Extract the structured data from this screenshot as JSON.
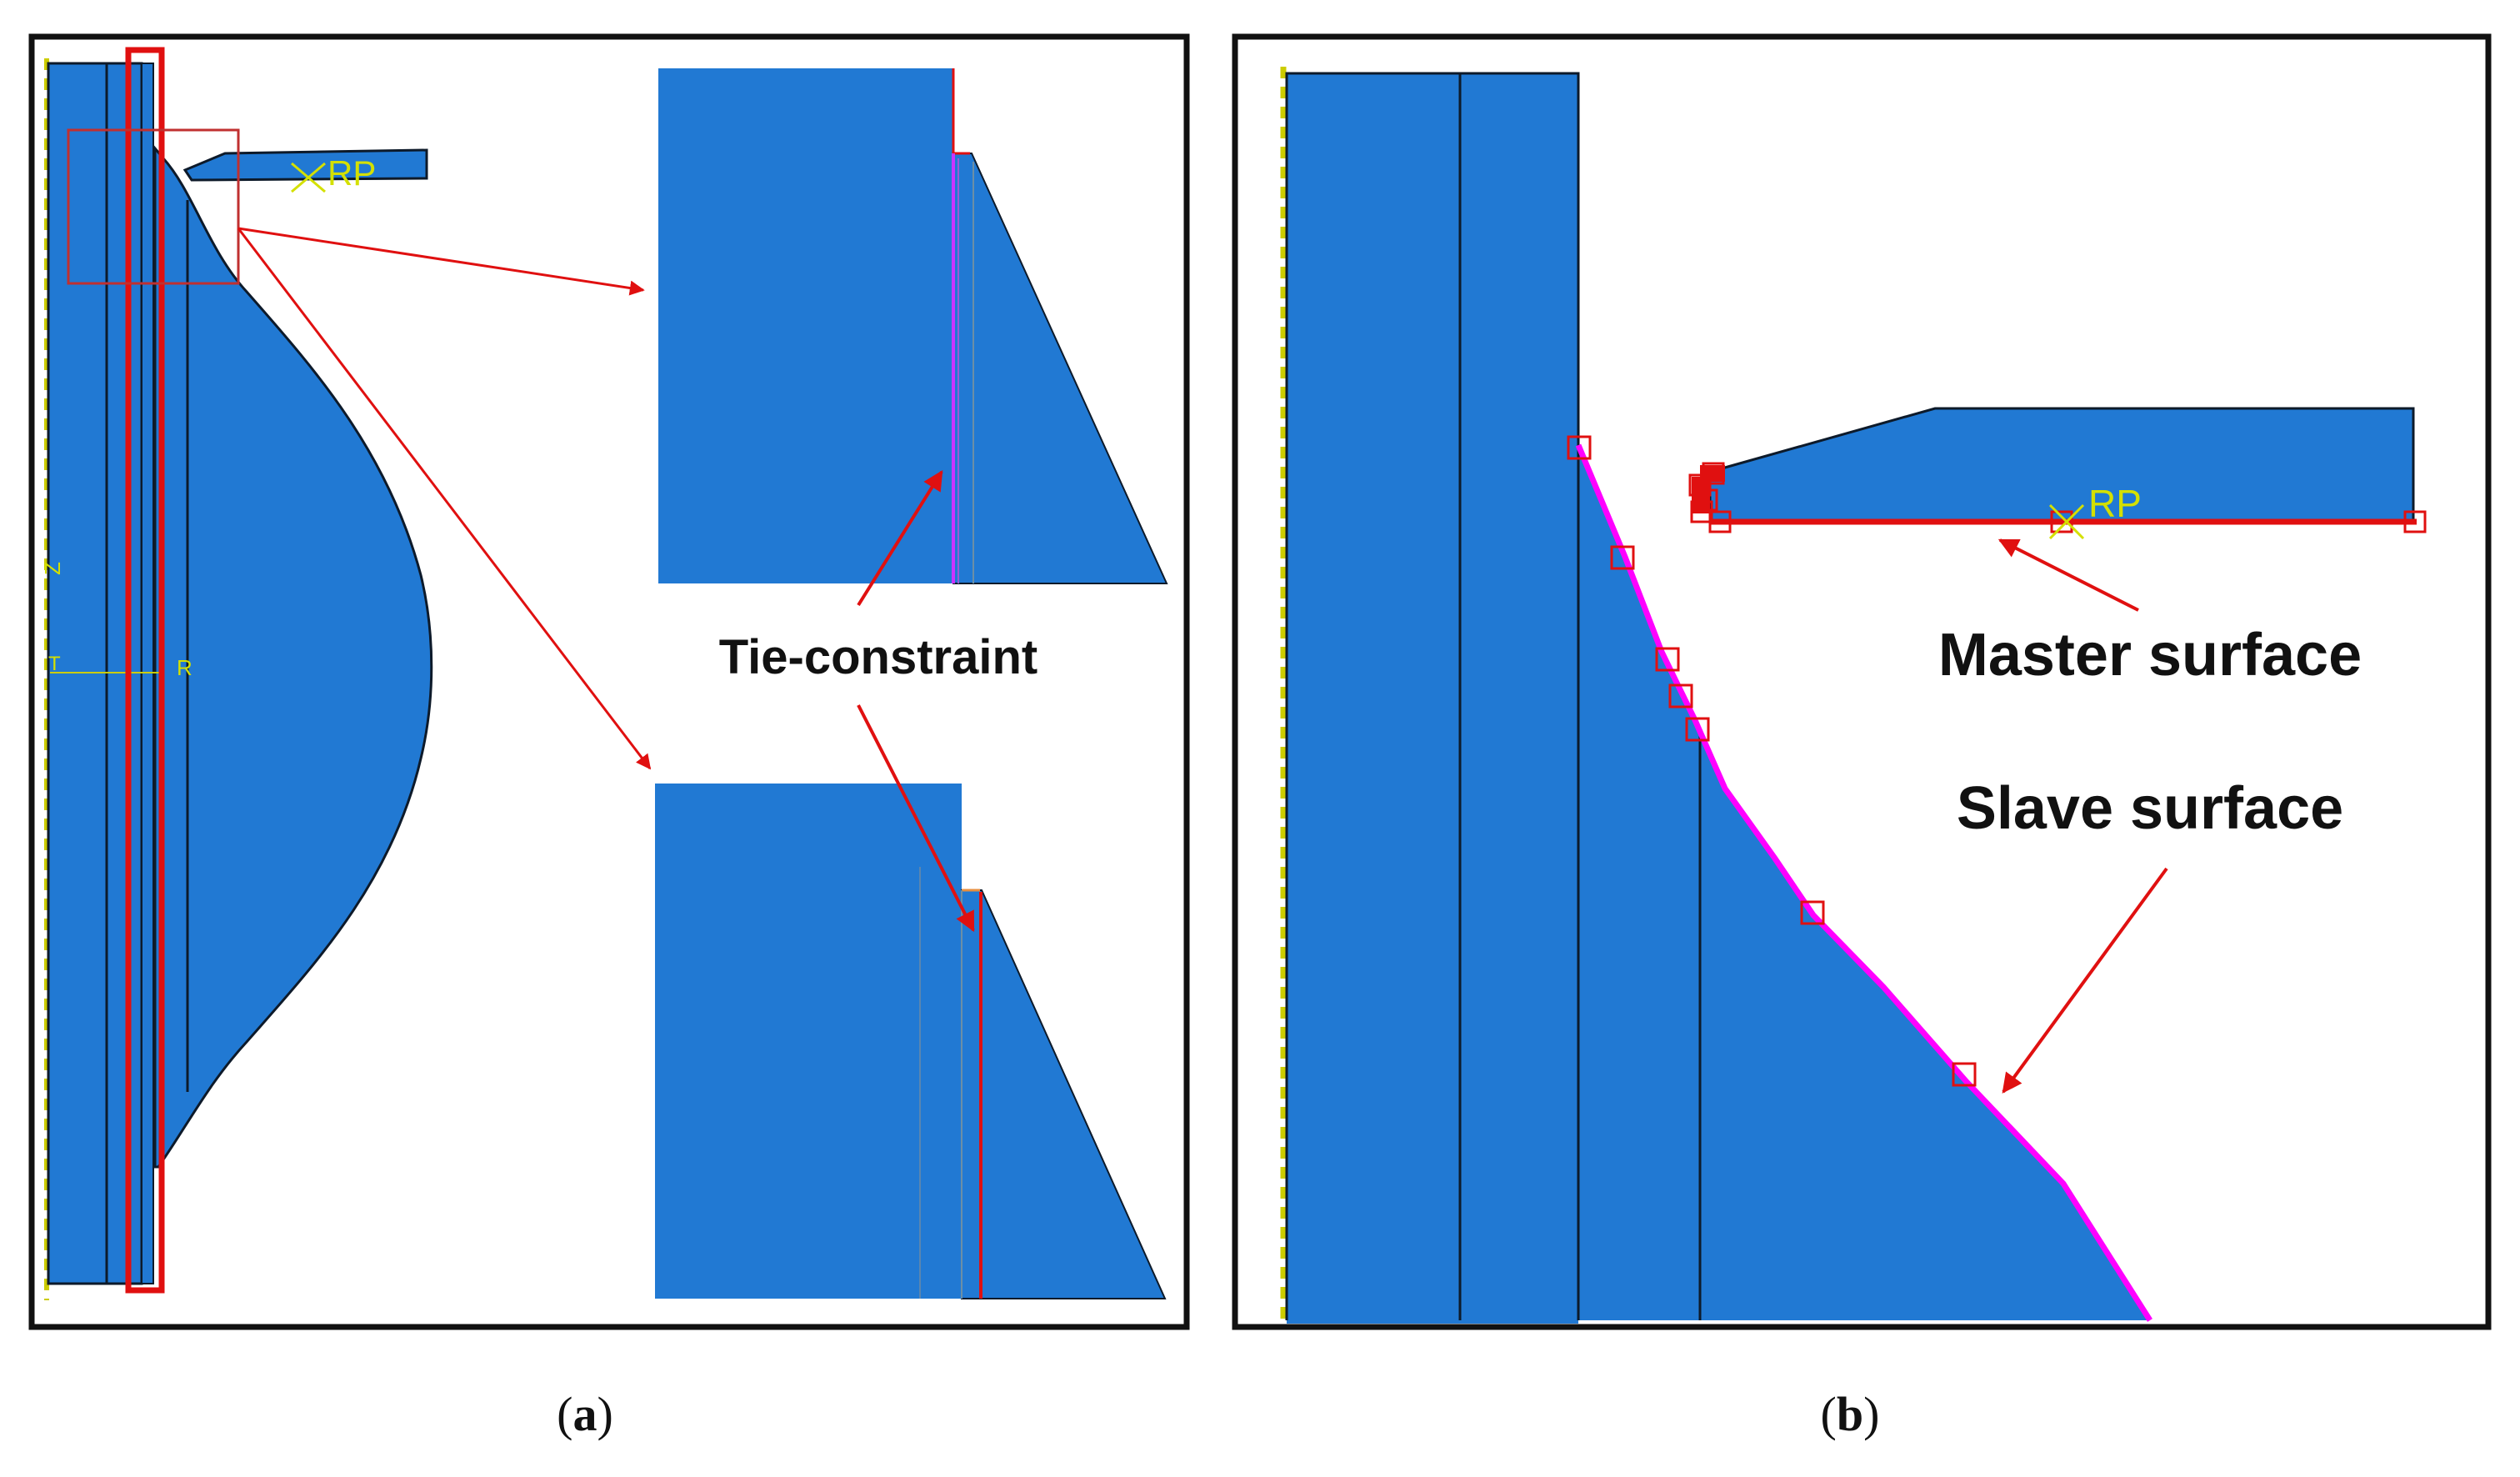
{
  "panel_a": {
    "caption_letter": "a",
    "reference_point_label": "RP",
    "annotation_label": "Tie-constraint",
    "axis_labels": {
      "vertical": "Z",
      "tangential": "T",
      "radial": "R"
    }
  },
  "panel_b": {
    "caption_letter": "b",
    "reference_point_label": "RP",
    "master_label": "Master surface",
    "slave_label": "Slave surface"
  },
  "colors": {
    "part_fill": "#2179d3",
    "part_edge": "#0d1a2a",
    "annotation_red": "#e01010",
    "slave_surface": "#ff00ff",
    "cad_label": "#d4e000",
    "axis_dashes": "#cccc00",
    "frame": "#111111"
  }
}
